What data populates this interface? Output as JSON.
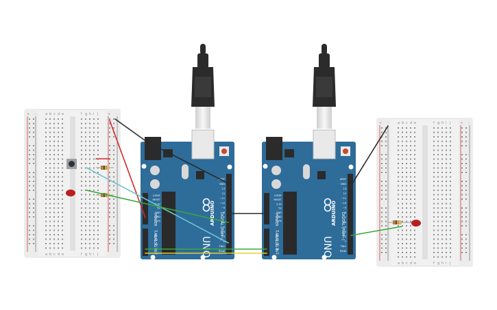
{
  "colors": {
    "canvas": "#ffffff",
    "breadboard": "#f0f0f0",
    "breadboard_strip": "#e2e2e2",
    "hole": "#8e8e8e",
    "rail_red": "#d43a3a",
    "rail_black": "#3c3c3c",
    "arduino_board": "#2e6c9a",
    "arduino_dark": "#24597f",
    "header": "#2b2b2b",
    "chip": "#2a2a2a",
    "usb_plug": "#2b2b2b",
    "usb_metal": "#e8e8e8",
    "wire_black": "#2a2a2a",
    "wire_red": "#d42828",
    "wire_cyan": "#6fc3cf",
    "wire_green": "#39a83b",
    "wire_yellow": "#e8d22a",
    "led_red": "#b81e1e",
    "button_body": "#9aa0a4",
    "resistor_body": "#d9b77a"
  },
  "breadboard_left": {
    "columns_left": [
      "a",
      "b",
      "c",
      "d",
      "e"
    ],
    "columns_right": [
      "f",
      "g",
      "h",
      "i",
      "j"
    ],
    "rail_plus": "+",
    "rail_minus": "-"
  },
  "breadboard_right": {
    "columns_left": [
      "a",
      "b",
      "c",
      "d",
      "e"
    ],
    "columns_right": [
      "f",
      "g",
      "h",
      "i",
      "j"
    ],
    "rail_plus": "+",
    "rail_minus": "-"
  },
  "arduino_left": {
    "brand": "ARDUINO",
    "model": "UNO",
    "digital_label": "DIGITAL (PWM~)",
    "power_label": "POWER",
    "analog_label": "ANALOG IN",
    "top_pins": [
      "AREF",
      "GND",
      "13",
      "12",
      "~11",
      "~10",
      "~9",
      "8",
      "7",
      "~6",
      "~5",
      "4",
      "~3",
      "2",
      "TX▸1",
      "RX◂0"
    ],
    "power_pins": [
      "IOREF",
      "RESET",
      "3.3V",
      "5V",
      "GND",
      "GND",
      "Vin"
    ],
    "analog_pins": [
      "A0",
      "A1",
      "A2",
      "A3",
      "A4",
      "A5"
    ],
    "led_labels": [
      "L",
      "TX",
      "RX",
      "ON"
    ]
  },
  "arduino_right": {
    "brand": "ARDUINO",
    "model": "UNO",
    "digital_label": "DIGITAL (PWM~)",
    "power_label": "POWER",
    "analog_label": "ANALOG IN",
    "top_pins": [
      "AREF",
      "GND",
      "13",
      "12",
      "~11",
      "~10",
      "~9",
      "8",
      "7",
      "~6",
      "~5",
      "4",
      "~3",
      "2",
      "TX▸1",
      "RX◂0"
    ],
    "power_pins": [
      "IOREF",
      "RESET",
      "3.3V",
      "5V",
      "GND",
      "GND",
      "Vin"
    ],
    "analog_pins": [
      "A0",
      "A1",
      "A2",
      "A3",
      "A4",
      "A5"
    ],
    "led_labels": [
      "L",
      "TX",
      "RX",
      "ON"
    ]
  }
}
